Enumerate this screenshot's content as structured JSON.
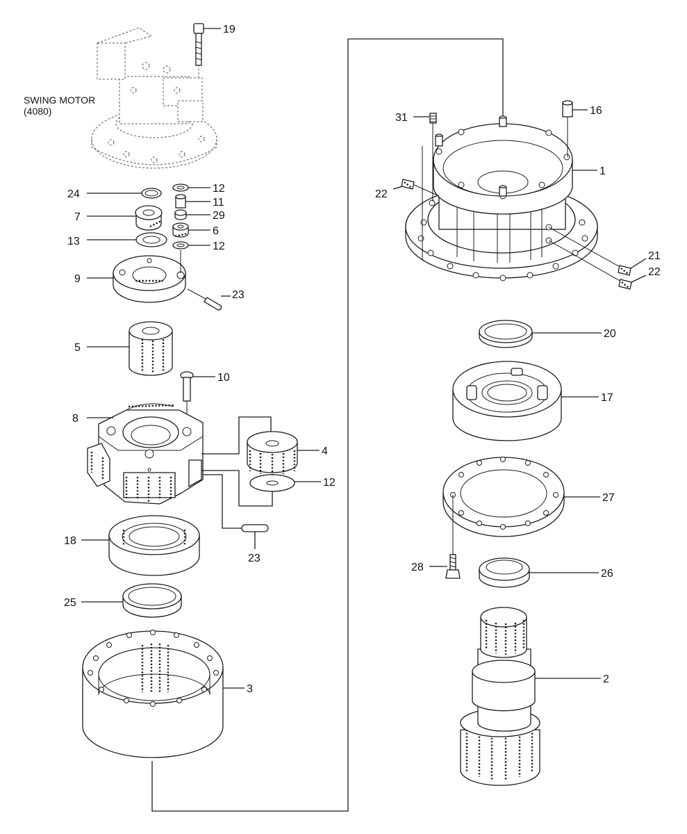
{
  "motor": {
    "title": "SWING MOTOR",
    "code": "(4080)"
  },
  "labels": {
    "p1": "1",
    "p2": "2",
    "p3": "3",
    "p4": "4",
    "p5": "5",
    "p6": "6",
    "p7": "7",
    "p8": "8",
    "p9": "9",
    "p10": "10",
    "p11": "11",
    "p12a": "12",
    "p12b": "12",
    "p12c": "12",
    "p13": "13",
    "p16": "16",
    "p17": "17",
    "p18": "18",
    "p19": "19",
    "p20": "20",
    "p21": "21",
    "p22a": "22",
    "p22b": "22",
    "p23a": "23",
    "p23b": "23",
    "p24": "24",
    "p25": "25",
    "p26": "26",
    "p27": "27",
    "p28": "28",
    "p29": "29",
    "p31": "31"
  }
}
